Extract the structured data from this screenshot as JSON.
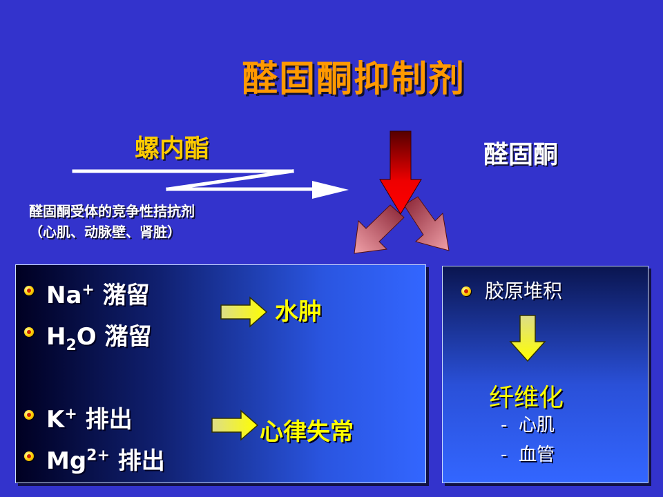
{
  "slide": {
    "title": "醛固酮抑制剂",
    "drug_label": "螺内酯",
    "target_label": "醛固酮",
    "note_line1": "醛固酮受体的竞争性拮抗剂",
    "note_line2": "（心肌、动脉壁、肾脏）"
  },
  "left_panel": {
    "na_base": "Na",
    "na_sup": "+",
    "na_suffix": " 潴留",
    "h2o_h": "H",
    "h2o_sub": "2",
    "h2o_o": "O 潴留",
    "k_base": "K",
    "k_sup": "+",
    "k_suffix": " 排出",
    "mg_base": "Mg",
    "mg_sup": "2+",
    "mg_suffix": " 排出",
    "effect_edema": "水肿",
    "effect_arrhythmia": "心律失常"
  },
  "right_panel": {
    "item": "胶原堆积",
    "result": "纤维化",
    "sub1": "-  心肌",
    "sub2": "-  血管"
  },
  "colors": {
    "background": "#3333CC",
    "title": "#FF9900",
    "drug": "#FFCC00",
    "effect": "#FFFF00"
  }
}
